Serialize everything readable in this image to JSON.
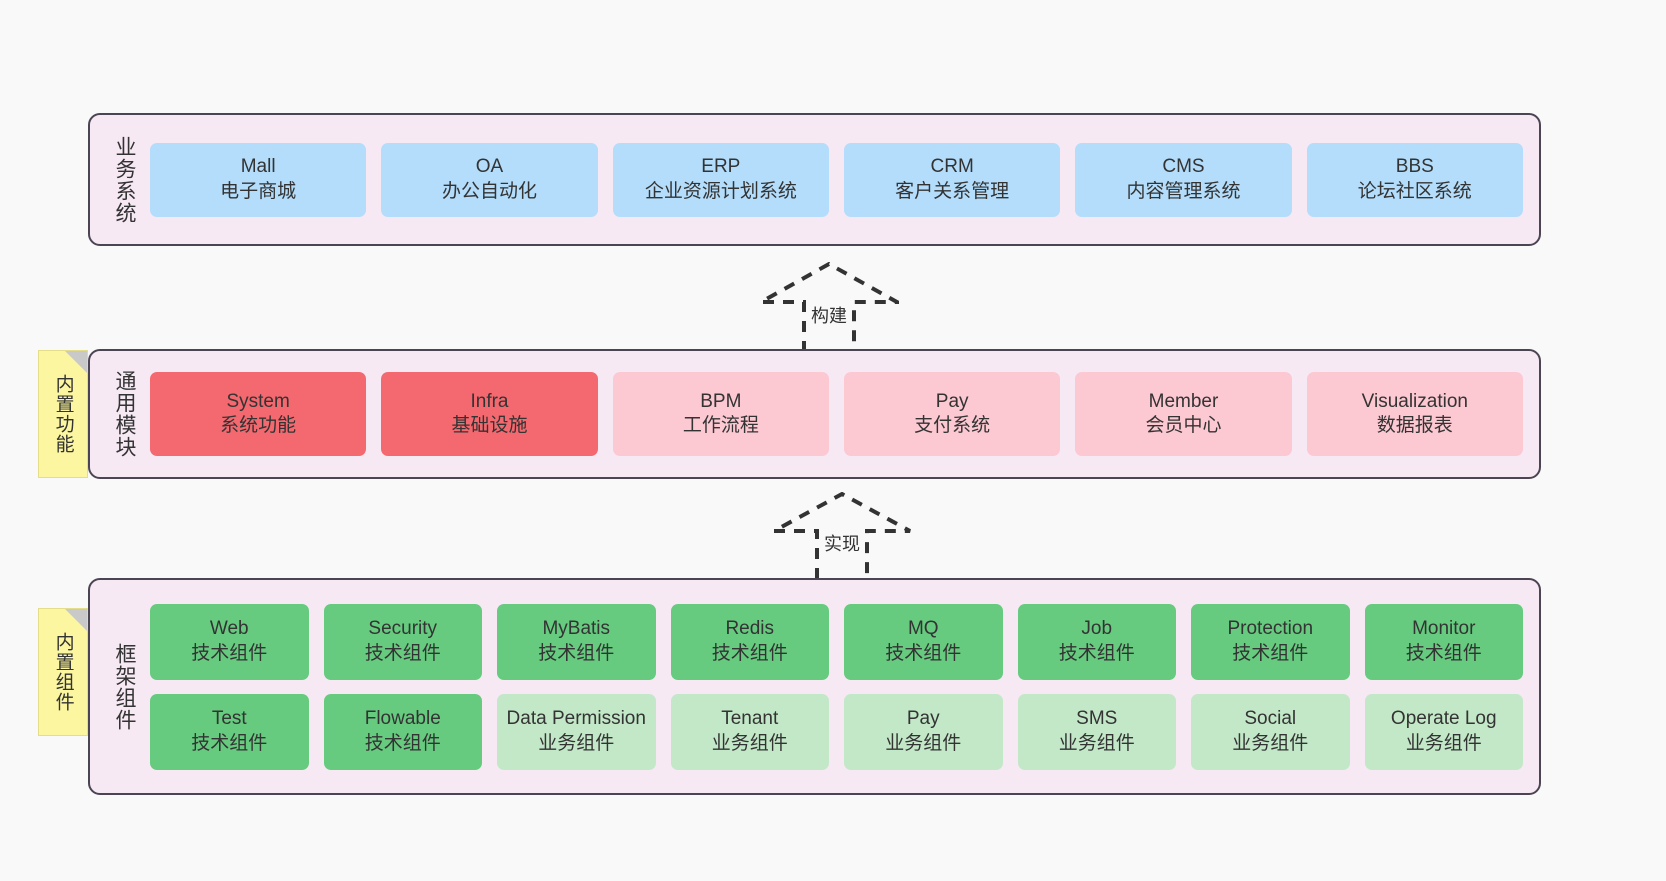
{
  "page": {
    "background": "#f9f9f9",
    "border_color": "#4a4453",
    "panel_background": "#f6e9f4"
  },
  "layers": [
    {
      "id": "business",
      "title": "业务系统",
      "color": "#b3ddfb",
      "items": [
        {
          "name": "Mall",
          "desc": "电子商城"
        },
        {
          "name": "OA",
          "desc": "办公自动化"
        },
        {
          "name": "ERP",
          "desc": "企业资源计划系统"
        },
        {
          "name": "CRM",
          "desc": "客户关系管理"
        },
        {
          "name": "CMS",
          "desc": "内容管理系统"
        },
        {
          "name": "BBS",
          "desc": "论坛社区系统"
        }
      ]
    },
    {
      "id": "modules",
      "title": "通用模块",
      "sticky": "内置功能",
      "items": [
        {
          "name": "System",
          "desc": "系统功能",
          "color": "#f4696f"
        },
        {
          "name": "Infra",
          "desc": "基础设施",
          "color": "#f4696f"
        },
        {
          "name": "BPM",
          "desc": "工作流程",
          "color": "#fcc8d2"
        },
        {
          "name": "Pay",
          "desc": "支付系统",
          "color": "#fcc8d2"
        },
        {
          "name": "Member",
          "desc": "会员中心",
          "color": "#fcc8d2"
        },
        {
          "name": "Visualization",
          "desc": "数据报表",
          "color": "#fcc8d2"
        }
      ]
    },
    {
      "id": "framework",
      "title": "框架组件",
      "sticky": "内置组件",
      "rows": [
        [
          {
            "name": "Web",
            "desc": "技术组件",
            "color": "#66cb7f"
          },
          {
            "name": "Security",
            "desc": "技术组件",
            "color": "#66cb7f"
          },
          {
            "name": "MyBatis",
            "desc": "技术组件",
            "color": "#66cb7f"
          },
          {
            "name": "Redis",
            "desc": "技术组件",
            "color": "#66cb7f"
          },
          {
            "name": "MQ",
            "desc": "技术组件",
            "color": "#66cb7f"
          },
          {
            "name": "Job",
            "desc": "技术组件",
            "color": "#66cb7f"
          },
          {
            "name": "Protection",
            "desc": "技术组件",
            "color": "#66cb7f"
          },
          {
            "name": "Monitor",
            "desc": "技术组件",
            "color": "#66cb7f"
          }
        ],
        [
          {
            "name": "Test",
            "desc": "技术组件",
            "color": "#66cb7f"
          },
          {
            "name": "Flowable",
            "desc": "技术组件",
            "color": "#66cb7f"
          },
          {
            "name": "Data Permission",
            "desc": "业务组件",
            "color": "#c3e8c8"
          },
          {
            "name": "Tenant",
            "desc": "业务组件",
            "color": "#c3e8c8"
          },
          {
            "name": "Pay",
            "desc": "业务组件",
            "color": "#c3e8c8"
          },
          {
            "name": "SMS",
            "desc": "业务组件",
            "color": "#c3e8c8"
          },
          {
            "name": "Social",
            "desc": "业务组件",
            "color": "#c3e8c8"
          },
          {
            "name": "Operate Log",
            "desc": "业务组件",
            "color": "#c3e8c8"
          }
        ]
      ]
    }
  ],
  "connectors": [
    {
      "id": "build",
      "label": "构建"
    },
    {
      "id": "implement",
      "label": "实现"
    }
  ]
}
